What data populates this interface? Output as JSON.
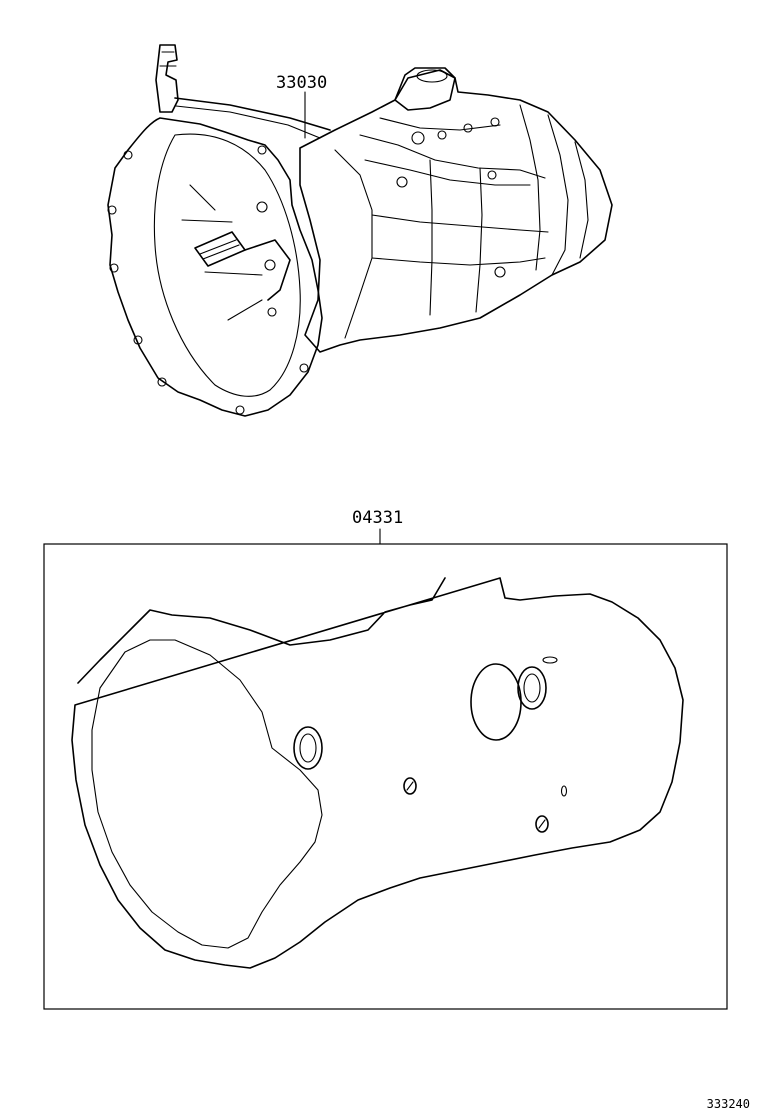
{
  "parts": {
    "transmission_assembly": {
      "part_number": "33030"
    },
    "gasket_kit": {
      "part_number": "04331"
    }
  },
  "illustration_id": "333240"
}
